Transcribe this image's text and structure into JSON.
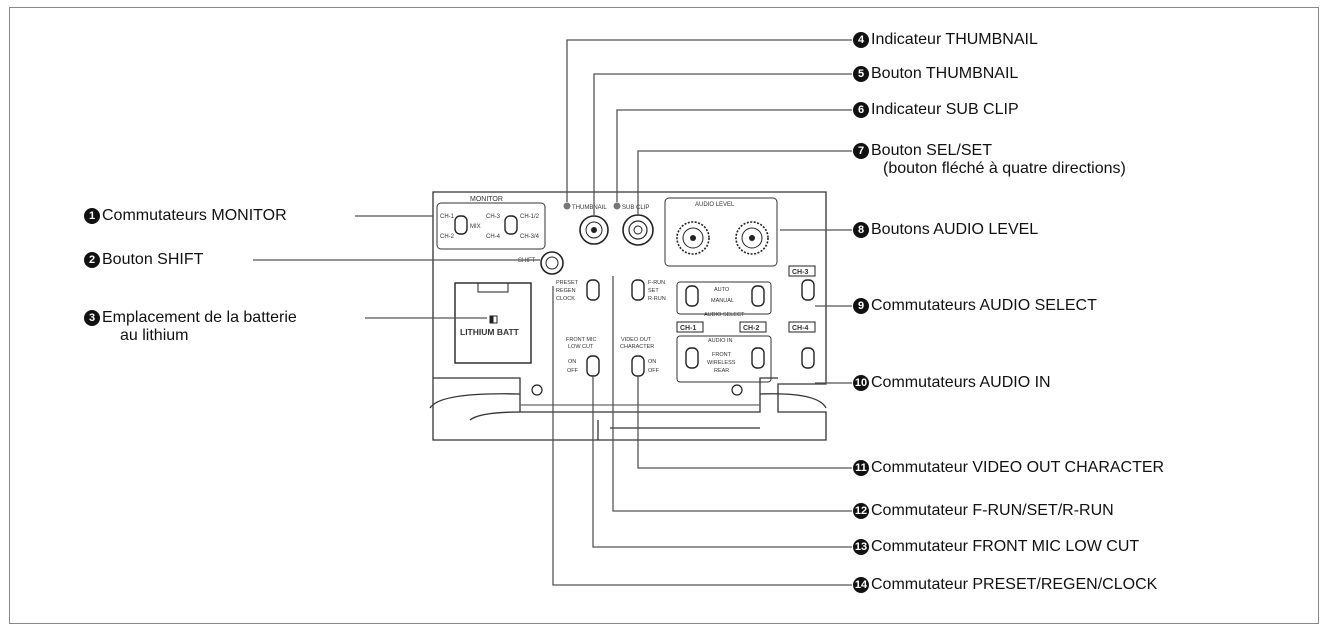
{
  "panel": {
    "monitor_label": "MONITOR",
    "thumbnail_label": "THUMBNAIL",
    "sub_clip_label": "SUB CLIP",
    "audio_level_label": "AUDIO LEVEL",
    "shift_label": "SHIFT",
    "lithium_label": "LITHIUM BATT",
    "auto_label": "AUTO",
    "manual_label": "MANUAL",
    "audio_select_label": "AUDIO SELECT",
    "audio_in_label": "AUDIO IN",
    "ch1": "CH-1",
    "ch2": "CH-2",
    "ch3": "CH-3",
    "ch4": "CH-4",
    "front_label": "FRONT",
    "wireless_label": "WIRELESS",
    "rear_label": "REAR",
    "front_mic_label": "FRONT MIC",
    "low_cut_label": "LOW CUT",
    "video_out_label": "VIDEO OUT",
    "character_label": "CHARACTER",
    "on_label": "ON",
    "off_label": "OFF",
    "on2_label": "ON",
    "off2_label": "OFF",
    "preset_label": "PRESET",
    "regen_label": "REGEN",
    "clock_label": "CLOCK",
    "frun_label": "F-RUN",
    "set_label": "SET",
    "rrun_label": "R-RUN",
    "ch1_mon": "CH-1",
    "ch2_mon": "CH-2",
    "mix_mon": "MIX",
    "ch3_mon": "CH-3",
    "ch4_mon": "CH-4",
    "ch12_mon": "CH-1/2",
    "ch34_mon": "CH-3/4"
  },
  "callouts": [
    {
      "num": "1",
      "label": "Commutateurs MONITOR"
    },
    {
      "num": "2",
      "label": "Bouton SHIFT"
    },
    {
      "num": "3",
      "label": "Emplacement de la batterie",
      "label2": "au lithium"
    },
    {
      "num": "4",
      "label": "Indicateur THUMBNAIL"
    },
    {
      "num": "5",
      "label": "Bouton THUMBNAIL"
    },
    {
      "num": "6",
      "label": "Indicateur SUB CLIP"
    },
    {
      "num": "7",
      "label": "Bouton SEL/SET",
      "label2": "(bouton fléché à quatre directions)"
    },
    {
      "num": "8",
      "label": "Boutons AUDIO LEVEL"
    },
    {
      "num": "9",
      "label": "Commutateurs AUDIO SELECT"
    },
    {
      "num": "10",
      "label": "Commutateurs AUDIO IN"
    },
    {
      "num": "11",
      "label": "Commutateur VIDEO OUT CHARACTER"
    },
    {
      "num": "12",
      "label": "Commutateur F-RUN/SET/R-RUN"
    },
    {
      "num": "13",
      "label": "Commutateur FRONT MIC LOW CUT"
    },
    {
      "num": "14",
      "label": "Commutateur PRESET/REGEN/CLOCK"
    }
  ]
}
